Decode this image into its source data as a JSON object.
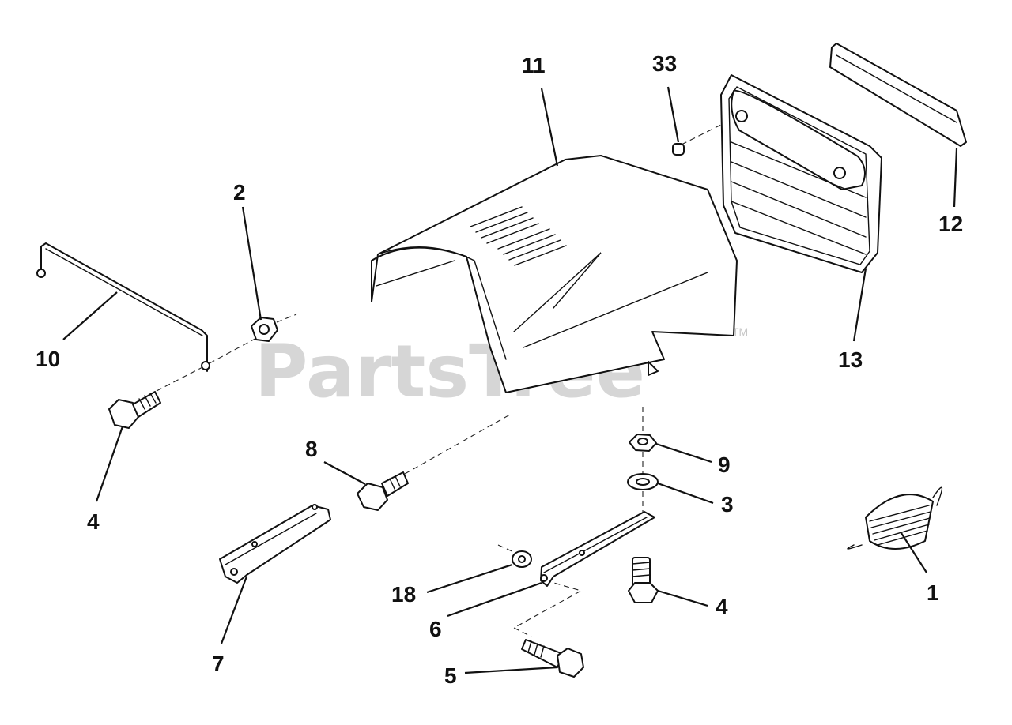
{
  "watermark": {
    "text": "PartsTree",
    "trademark": "TM"
  },
  "callouts": [
    {
      "id": "c11",
      "label": "11"
    },
    {
      "id": "c33",
      "label": "33"
    },
    {
      "id": "c12",
      "label": "12"
    },
    {
      "id": "c2",
      "label": "2"
    },
    {
      "id": "c10",
      "label": "10"
    },
    {
      "id": "c13",
      "label": "13"
    },
    {
      "id": "c4a",
      "label": "4"
    },
    {
      "id": "c8",
      "label": "8"
    },
    {
      "id": "c9",
      "label": "9"
    },
    {
      "id": "c3",
      "label": "3"
    },
    {
      "id": "c1",
      "label": "1"
    },
    {
      "id": "c18",
      "label": "18"
    },
    {
      "id": "c4b",
      "label": "4"
    },
    {
      "id": "c6",
      "label": "6"
    },
    {
      "id": "c7",
      "label": "7"
    },
    {
      "id": "c5",
      "label": "5"
    }
  ]
}
